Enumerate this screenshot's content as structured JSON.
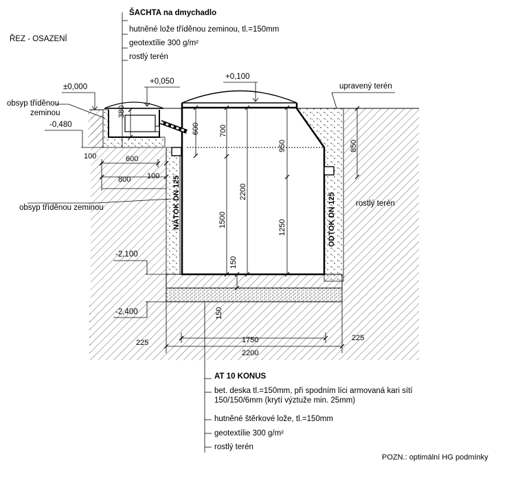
{
  "title": "ŘEZ - OSAZENÍ",
  "top_callout": {
    "heading": "ŠACHTA na dmychadlo",
    "lines": [
      "hutněné lože tříděnou zeminou, tl.=150mm",
      "geotextílie 300 g/m²",
      "rostlý terén"
    ]
  },
  "bottom_callout": {
    "heading": "AT 10 KONUS",
    "lines": [
      "bet. deska tl.=150mm, při spodním líci armovaná kari sítí",
      "150/150/6mm (krytí výztuže min. 25mm)",
      "hutněné štěrkové lože, tl.=150mm",
      "geotextílie 300 g/m²",
      "rostlý terén"
    ]
  },
  "left_labels": {
    "obsyp_top": "obsyp tříděnou",
    "obsyp_top2": "zeminou",
    "obsyp_mid": "obsyp tříděnou zeminou"
  },
  "right_labels": {
    "upraveny_teren": "upravený terén",
    "rostly_teren": "rostlý terén"
  },
  "levels": {
    "l0": "±0,000",
    "l050": "+0,050",
    "l100": "+0,100",
    "l480": "-0,480",
    "l2100": "-2,100",
    "l2400": "-2,400"
  },
  "pipes": {
    "inlet": "NÁTOK DN 125",
    "outlet": "ODTOK DN 125"
  },
  "dims": {
    "d100a": "100",
    "d600": "600",
    "d800": "800",
    "d100b": "100",
    "d380": "380",
    "d600v": "600",
    "d700": "700",
    "d950": "950",
    "d850": "850",
    "d2200v": "2200",
    "d1500": "1500",
    "d1250": "1250",
    "d150a": "150",
    "d150b": "150",
    "d225a": "225",
    "d1750": "1750",
    "d225b": "225",
    "d2200h": "2200"
  },
  "note": "POZN.: optimální HG podmínky",
  "colors": {
    "line": "#000000",
    "background": "#ffffff"
  }
}
